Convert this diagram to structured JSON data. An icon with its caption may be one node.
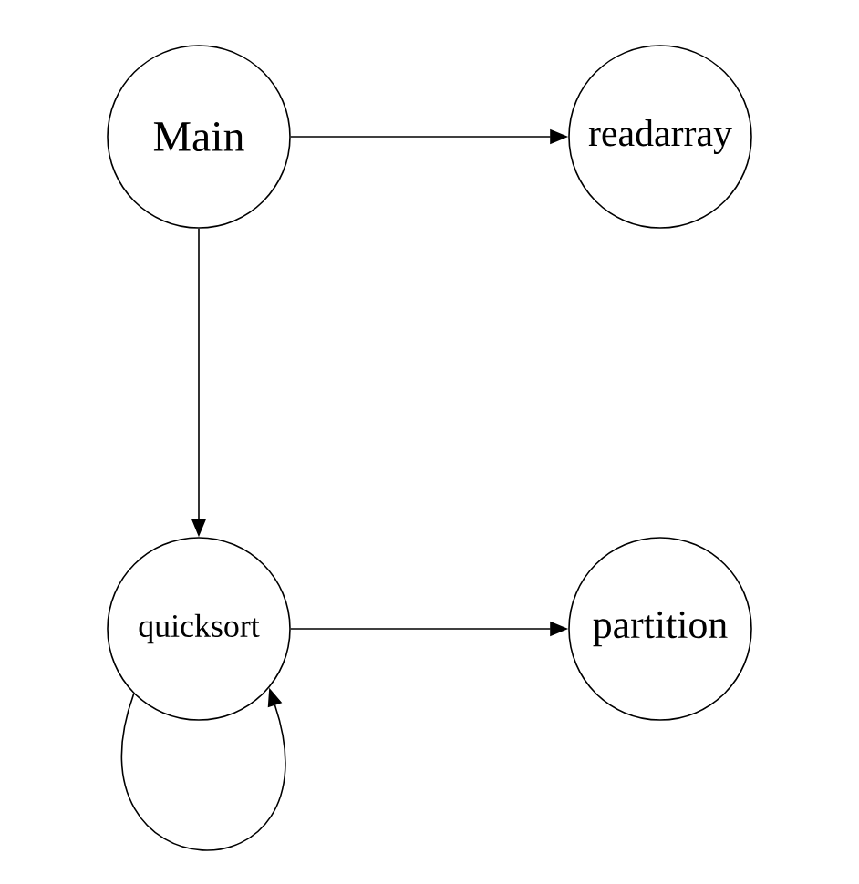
{
  "diagram": {
    "nodes": [
      {
        "text": [
          "Main"
        ]
      },
      {
        "text": [
          "readarray"
        ]
      },
      {
        "text": [
          "quicksort"
        ]
      },
      {
        "text": [
          "partition"
        ]
      }
    ],
    "edges": [
      {
        "from": 0,
        "to": 1,
        "arrow": "to"
      },
      {
        "from": 0,
        "to": 2,
        "arrow": "to"
      },
      {
        "from": 2,
        "to": 3,
        "arrow": "to"
      },
      {
        "from": 2,
        "to": 2,
        "arrow": "to"
      }
    ]
  }
}
